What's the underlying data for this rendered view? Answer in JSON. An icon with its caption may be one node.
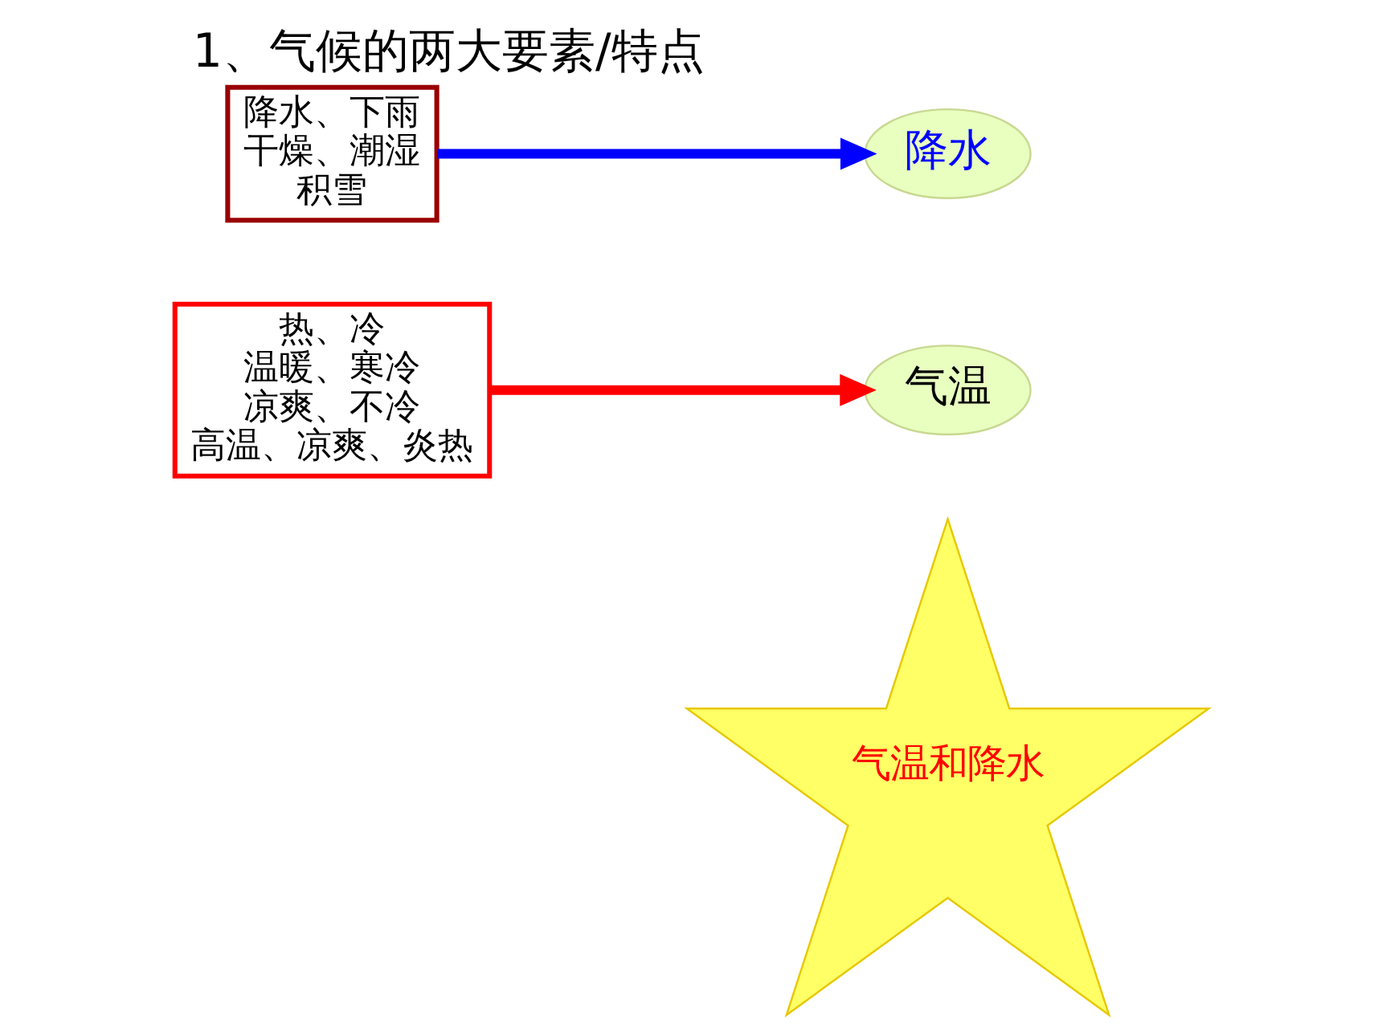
{
  "diagram": {
    "title": "1、气候的两大要素/特点",
    "nodes": [
      {
        "text": [
          "气温和降水"
        ]
      },
      {
        "text": [
          "热、冷",
          "温暖、寒冷",
          "凉爽、不冷",
          "高温、凉爽、炎热"
        ]
      },
      {
        "text": [
          "气温"
        ]
      },
      {
        "text": [
          "降水、下雨",
          "干燥、潮湿",
          "积雪"
        ]
      },
      {
        "text": [
          "降水"
        ]
      }
    ],
    "edges": [
      {
        "from": 1,
        "to": 2,
        "arrow": "to",
        "color": "#ff0000"
      },
      {
        "from": 3,
        "to": 4,
        "arrow": "to",
        "color": "#0000ff"
      }
    ]
  }
}
